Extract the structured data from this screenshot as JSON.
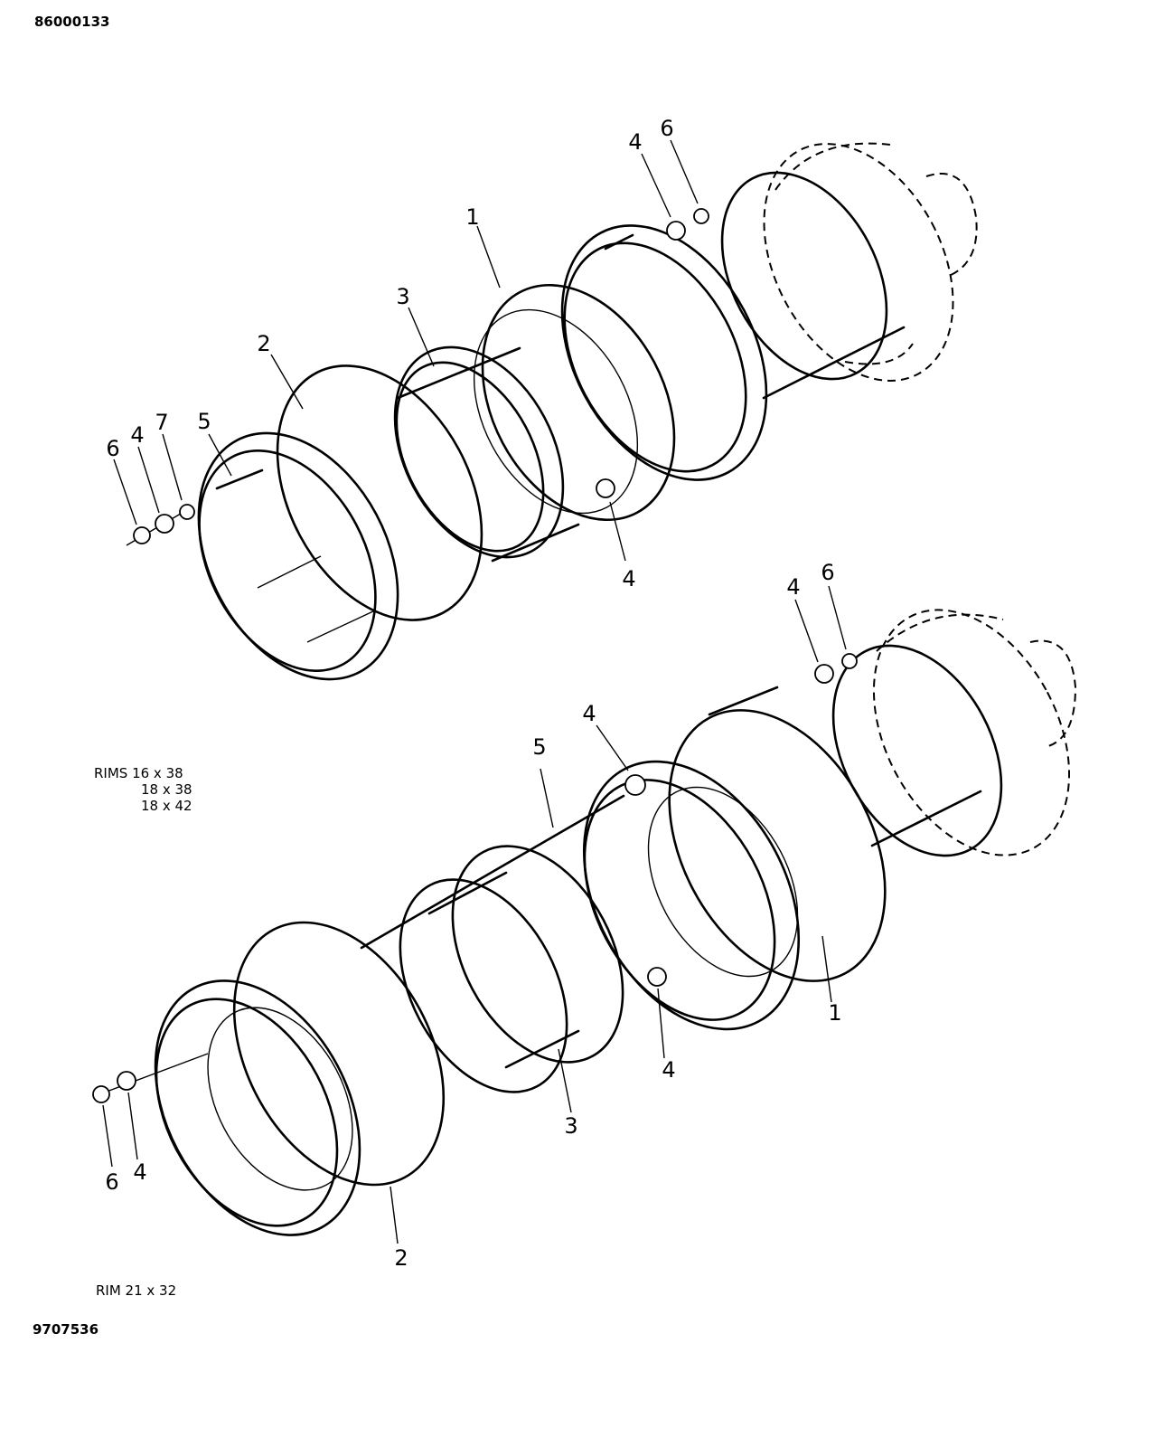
{
  "header": {
    "doc_number": "86000133"
  },
  "footer": {
    "drawing_number": "9707536"
  },
  "views": {
    "upper": {
      "caption_lines": [
        "RIMS 16 x 38",
        "18 x 38",
        "18 x 42"
      ]
    },
    "lower": {
      "caption": "RIM 21 x 32"
    }
  },
  "callouts": {
    "upper": [
      "1",
      "2",
      "3",
      "4",
      "4",
      "4",
      "5",
      "6",
      "6",
      "7"
    ],
    "lower": [
      "1",
      "2",
      "3",
      "4",
      "4",
      "4",
      "4",
      "5",
      "6",
      "6"
    ]
  }
}
